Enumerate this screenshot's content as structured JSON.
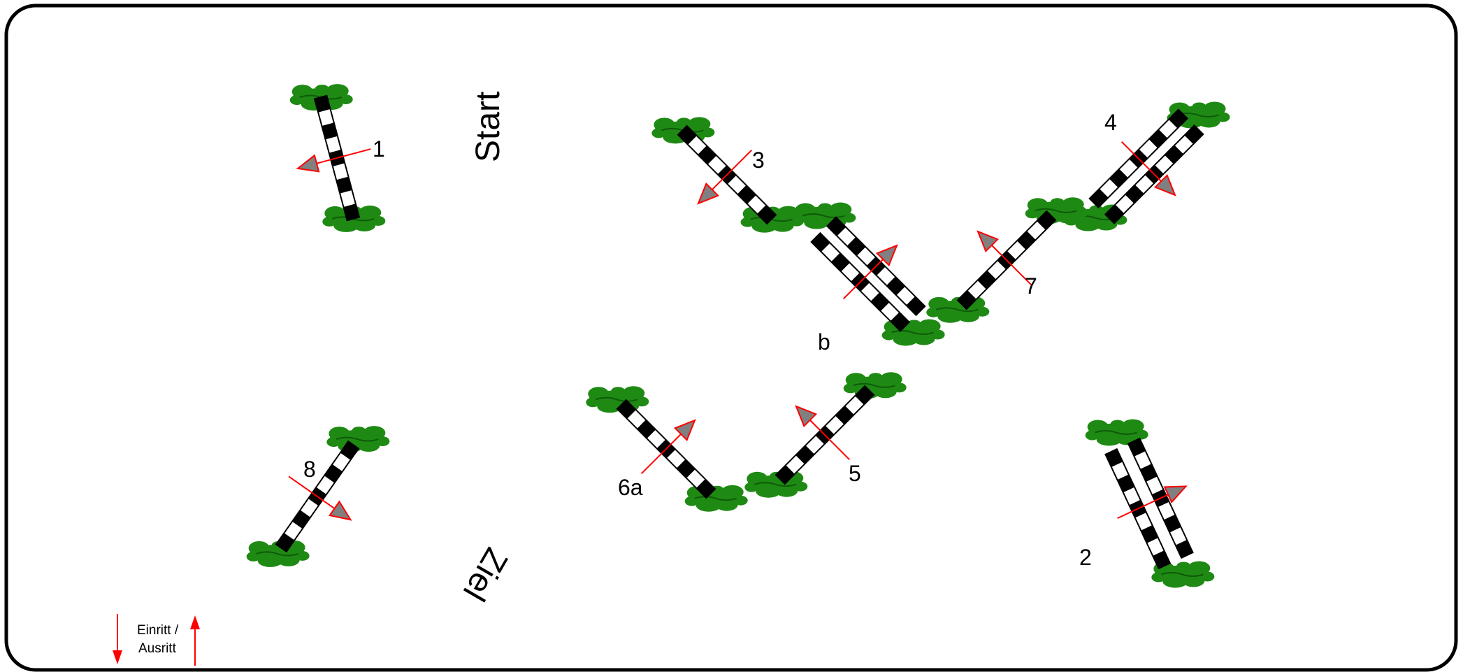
{
  "arena": {
    "start_label": "Start",
    "finish_label": "Ziel"
  },
  "obstacles": [
    {
      "label": "1",
      "type": "single"
    },
    {
      "label": "2",
      "type": "oxer"
    },
    {
      "label": "3",
      "type": "single"
    },
    {
      "label": "4",
      "type": "oxer"
    },
    {
      "label": "5",
      "type": "single"
    },
    {
      "label": "6a",
      "type": "single"
    },
    {
      "label": "b",
      "type": "oxer"
    },
    {
      "label": "7",
      "type": "single"
    },
    {
      "label": "8",
      "type": "single"
    }
  ],
  "legend": {
    "line1": "Einritt /",
    "line2": "Ausritt"
  },
  "colors": {
    "border": "#000000",
    "pole_dark": "#000000",
    "pole_light": "#ffffff",
    "shrub": "#1e8a13",
    "shrub_dark": "#0f5a0a",
    "direction_line": "#ff0000",
    "arrow_fill": "#808080",
    "legend_arrow": "#ff0000"
  }
}
